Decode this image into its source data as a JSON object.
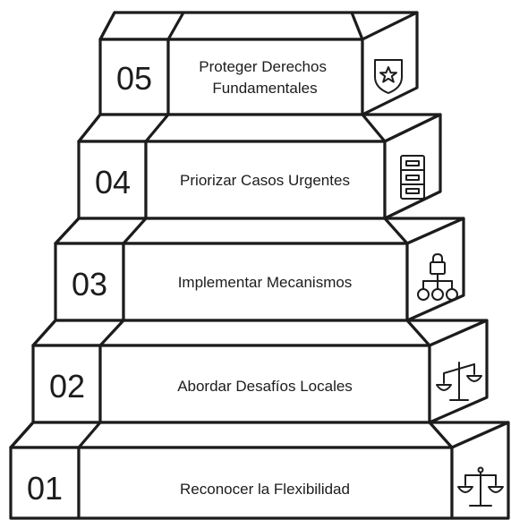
{
  "steps": [
    {
      "number": "01",
      "label": "Reconocer la Flexibilidad",
      "icon": "scales-balance-icon"
    },
    {
      "number": "02",
      "label": "Abordar Desafíos Locales",
      "icon": "tilted-scales-icon"
    },
    {
      "number": "03",
      "label": "Implementar Mecanismos",
      "icon": "locked-network-icon"
    },
    {
      "number": "04",
      "label": "Priorizar Casos Urgentes",
      "icon": "file-cabinet-icon"
    },
    {
      "number": "05",
      "label_lines": [
        "Proteger Derechos",
        "Fundamentales"
      ],
      "icon": "shield-star-icon"
    }
  ]
}
